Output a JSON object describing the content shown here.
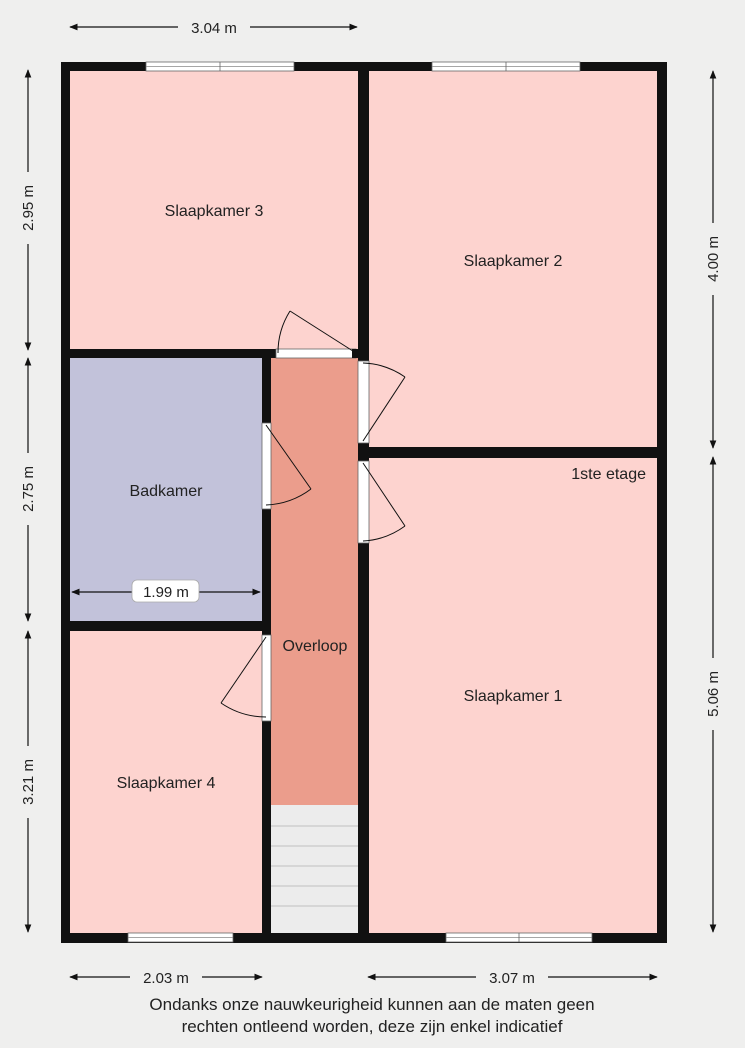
{
  "floor_label": "1ste etage",
  "rooms": {
    "slaapkamer3": "Slaapkamer 3",
    "slaapkamer2": "Slaapkamer 2",
    "badkamer": "Badkamer",
    "overloop": "Overloop",
    "slaapkamer1": "Slaapkamer 1",
    "slaapkamer4": "Slaapkamer 4"
  },
  "dimensions": {
    "top_width": "3.04 m",
    "bottom_left_width": "2.03 m",
    "bottom_right_width": "3.07 m",
    "left_top_height": "2.95 m",
    "left_mid_height": "2.75 m",
    "left_bottom_height": "3.21 m",
    "right_top_height": "4.00 m",
    "right_bottom_height": "5.06 m",
    "bathroom_width": "1.99 m"
  },
  "disclaimer": {
    "line1": "Ondanks onze nauwkeurigheid kunnen aan de maten geen",
    "line2": "rechten ontleend worden, deze zijn enkel indicatief"
  },
  "colors": {
    "bedroom": "#fdd3cf",
    "bathroom": "#c2c2da",
    "landing": "#eb9d8c",
    "stairs": "#ececec",
    "wall": "#111111",
    "background": "#efefee"
  }
}
